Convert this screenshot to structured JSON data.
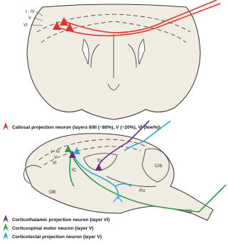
{
  "coronal": {
    "layer_labels": {
      "l1": "I - IV",
      "l2": "V",
      "l3": "VI"
    }
  },
  "sagittal": {
    "layer_labels": {
      "l1": "I - IV",
      "l2": "V",
      "l3": "VI"
    },
    "regions": {
      "th": "Th",
      "ic": "IC",
      "crb": "Crb",
      "ob": "OB",
      "po": "Po",
      "sc": "SC"
    }
  },
  "legend": {
    "callosal": {
      "label": "Callosal projection neuron (layers II/III (~80%), V (~20%), VI (few%))",
      "color": "#e8322e"
    },
    "corticothalamic": {
      "label": "Corticothalamic projection neuron (layer VI)",
      "color": "#6b2a8e"
    },
    "corticospinal": {
      "label": "Corticospinal motor neuron (layer V)",
      "color": "#2f9a45"
    },
    "corticotectal": {
      "label": "Corticotectal projection neuron (layer V)",
      "color": "#2aa9e0"
    }
  }
}
